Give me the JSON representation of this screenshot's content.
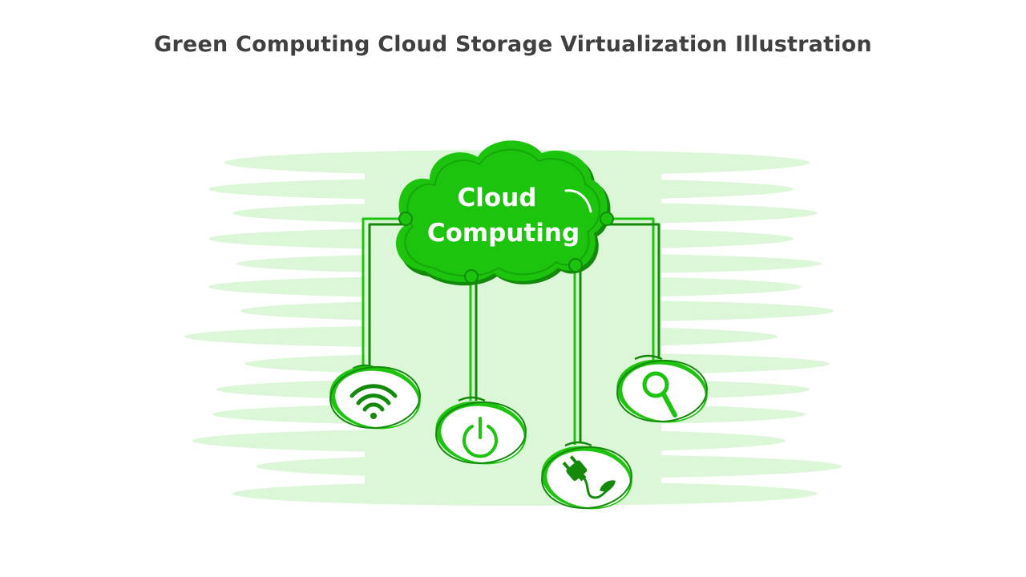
{
  "title": "Green Computing Cloud Storage Virtualization Illustration",
  "cloud": {
    "label_line1": "Cloud",
    "label_line2": "Computing"
  },
  "nodes": [
    {
      "icon": "wifi-icon"
    },
    {
      "icon": "power-icon"
    },
    {
      "icon": "plug-leaf-icon"
    },
    {
      "icon": "search-icon"
    }
  ],
  "colors": {
    "primary_green": "#1cc40d",
    "dark_green": "#138a0a",
    "light_green_bg": "#dcf7d8",
    "title_gray": "#404040"
  }
}
